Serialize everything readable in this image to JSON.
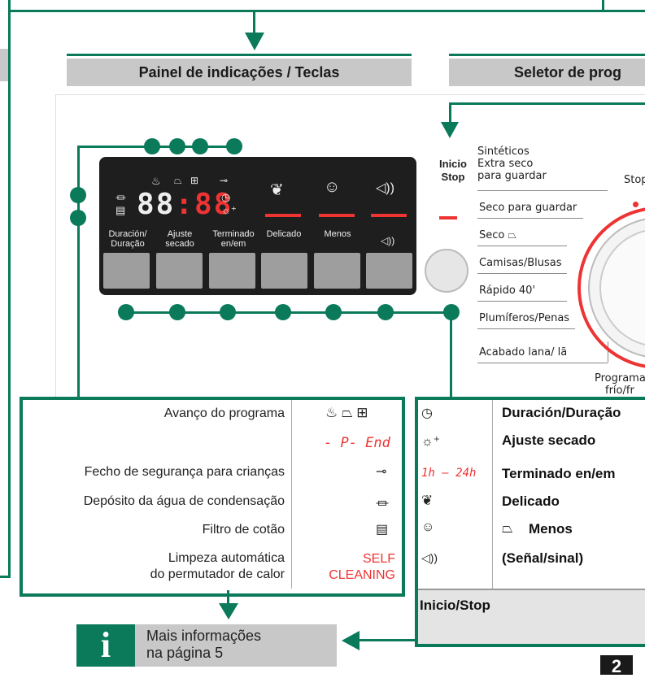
{
  "headers": {
    "panel": "Painel de indicações / Teclas",
    "selector": "Seletor de prog"
  },
  "display": {
    "digits": "88:88",
    "icons": [
      "dryness-icon",
      "iron-icon",
      "cupboard-icon",
      "key-icon",
      "clock-icon",
      "sun-plus-icon",
      "tank-icon",
      "filter-icon"
    ]
  },
  "buttons": [
    {
      "label": "Duración/\nDuração"
    },
    {
      "label": "Ajuste\nsecado"
    },
    {
      "label": "Terminado\nen/em"
    },
    {
      "label": "Delicado"
    },
    {
      "label": "Menos"
    },
    {
      "label": ""
    }
  ],
  "start_stop": {
    "line1": "Inicio",
    "line2": "Stop"
  },
  "programs": {
    "p1_line1": "Sintéticos",
    "p1_line2": "Extra seco",
    "p1_line3": "para guardar",
    "p2": "Seco para guardar",
    "p3": "Seco",
    "p4": "Camisas/Blusas",
    "p5": "Rápido 40'",
    "p6": "Plumíferos/Penas",
    "p7": "Acabado lana/ lã",
    "stop": "Stop",
    "programa": "Programa",
    "frio": "frío/fr"
  },
  "legend_left": {
    "rows": [
      {
        "text": "Avanço do programa"
      },
      {
        "text": ""
      },
      {
        "text": "Fecho de segurança para crianças"
      },
      {
        "text": "Depósito da água de condensação"
      },
      {
        "text": "Filtro de cotão"
      },
      {
        "text": "Limpeza automática"
      },
      {
        "text": "do permutador de calor"
      }
    ],
    "p_end": "- P-  End",
    "self1": "SELF",
    "self2": "CLEANING"
  },
  "legend_right": {
    "r1": "Duración/Duração",
    "r2": "Ajuste secado",
    "r3_prefix": "1h – 24h",
    "r3": "Terminado en/em",
    "r4": "Delicado",
    "r5": "Menos",
    "r6": "(Señal/sinal)",
    "r7": "Inicio/Stop"
  },
  "info": {
    "line1": "Mais informações",
    "line2": "na página 5"
  },
  "page_number": "2",
  "colors": {
    "green": "#0a7a5a",
    "red": "#e33333",
    "grey": "#c8c8c8"
  }
}
